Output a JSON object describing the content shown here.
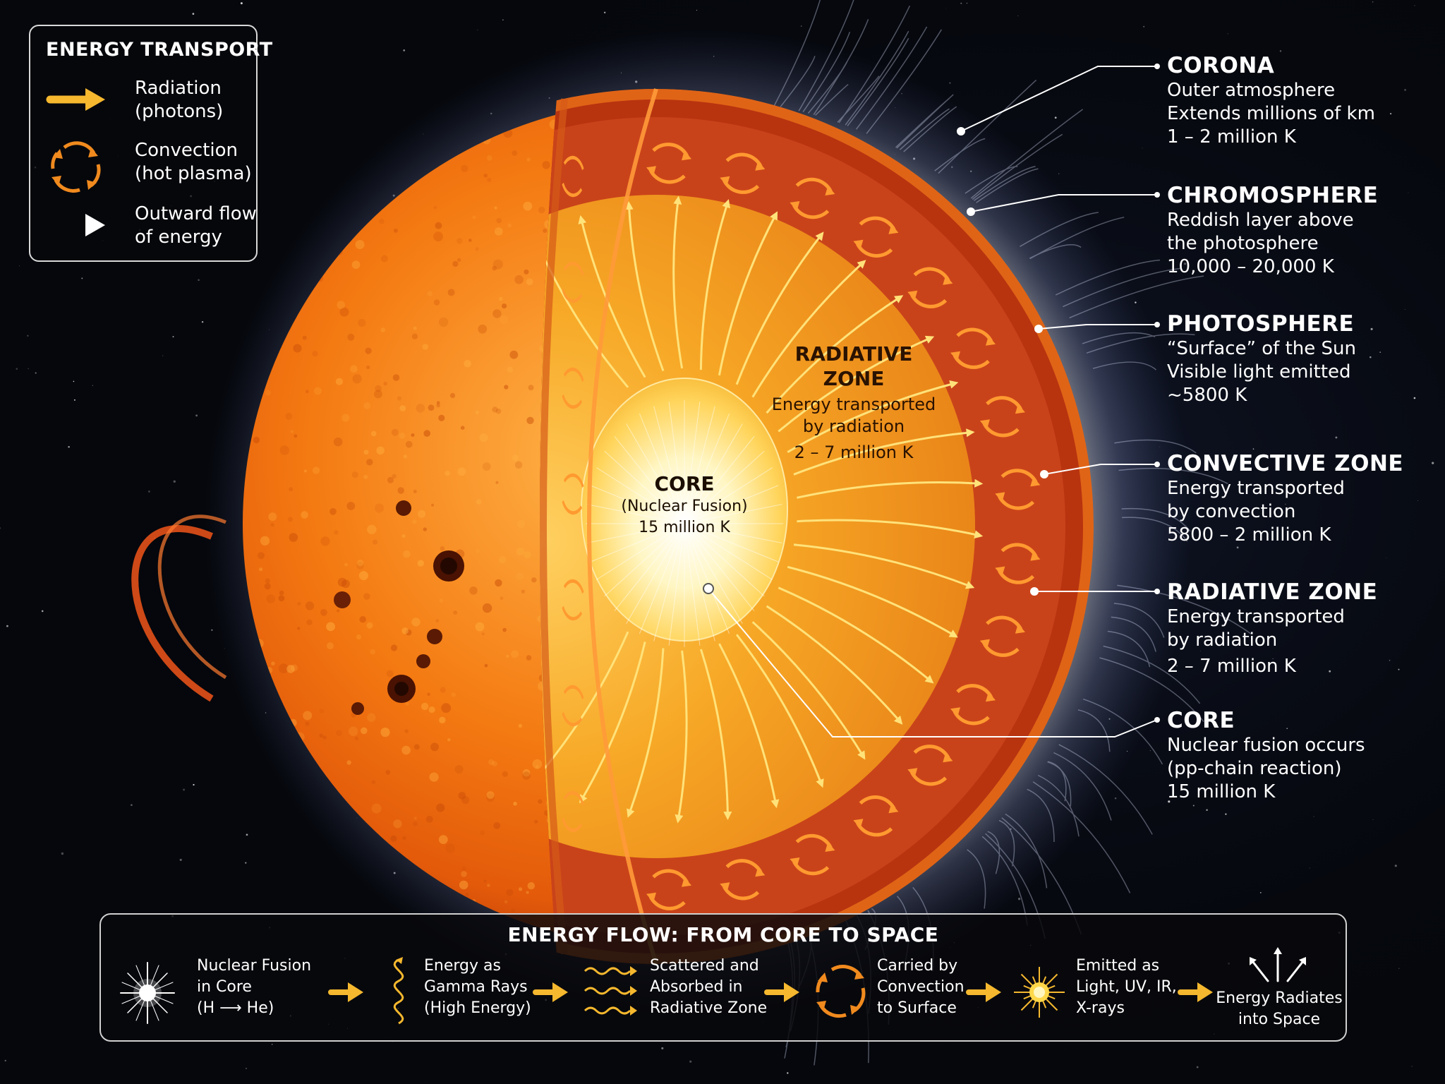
{
  "legend": {
    "title": "ENERGY TRANSPORT",
    "items": [
      {
        "line1": "Radiation",
        "line2": "(photons)",
        "icon": "radiation-arrow-icon",
        "color": "#f5b82e"
      },
      {
        "line1": "Convection",
        "line2": "(hot plasma)",
        "icon": "convection-cycle-icon",
        "color": "#f08a1e"
      },
      {
        "line1": "Outward flow",
        "line2": "of energy",
        "icon": "outward-flow-arrow-icon",
        "color": "#ffffff"
      }
    ]
  },
  "layers": [
    {
      "name": "CORONA",
      "lines": [
        "Outer atmosphere",
        "Extends millions of km",
        "1 – 2 million K"
      ]
    },
    {
      "name": "CHROMOSPHERE",
      "lines": [
        "Reddish layer above",
        "the photosphere",
        "10,000 – 20,000 K"
      ]
    },
    {
      "name": "PHOTOSPHERE",
      "lines": [
        "“Surface” of the Sun",
        "Visible light emitted",
        "~5800 K"
      ]
    },
    {
      "name": "CONVECTIVE ZONE",
      "lines": [
        "Energy transported",
        "by convection",
        "5800 – 2 million K"
      ]
    },
    {
      "name": "RADIATIVE ZONE",
      "lines": [
        "Energy transported",
        "by radiation",
        "2 – 7 million K"
      ]
    },
    {
      "name": "CORE",
      "lines": [
        "Nuclear fusion occurs",
        "(pp-chain reaction)",
        "15 million K"
      ]
    }
  ],
  "inner": {
    "radiative": {
      "name1": "RADIATIVE",
      "name2": "ZONE",
      "line1": "Energy transported",
      "line2": "by radiation",
      "line3": "2 – 7 million K"
    },
    "core": {
      "name": "CORE",
      "line1": "(Nuclear Fusion)",
      "line2": "15 million K"
    }
  },
  "flow": {
    "title": "ENERGY FLOW: FROM CORE TO SPACE",
    "steps": [
      {
        "lines": [
          "Nuclear Fusion",
          "in Core",
          "(H ⟶ He)"
        ],
        "icon": "fusion-starburst-icon"
      },
      {
        "lines": [
          "Energy as",
          "Gamma Rays",
          "(High Energy)"
        ],
        "icon": "gamma-ray-wave-icon"
      },
      {
        "lines": [
          "Scattered and",
          "Absorbed in",
          "Radiative Zone"
        ],
        "icon": "scattered-waves-icon"
      },
      {
        "lines": [
          "Carried by",
          "Convection",
          "to Surface"
        ],
        "icon": "convection-cycle-icon"
      },
      {
        "lines": [
          "Emitted as",
          "Light, UV, IR,",
          "X-rays"
        ],
        "icon": "sunburst-icon"
      },
      {
        "lines": [
          "Energy Radiates",
          "into Space"
        ],
        "icon": "radiating-arrows-icon"
      }
    ]
  },
  "colors": {
    "background": "#05070c",
    "photosphere": "#f07a10",
    "convective": "#c8401a",
    "radiative": "#f5a020",
    "core": "#fff6c8",
    "accent": "#f5b82e"
  }
}
